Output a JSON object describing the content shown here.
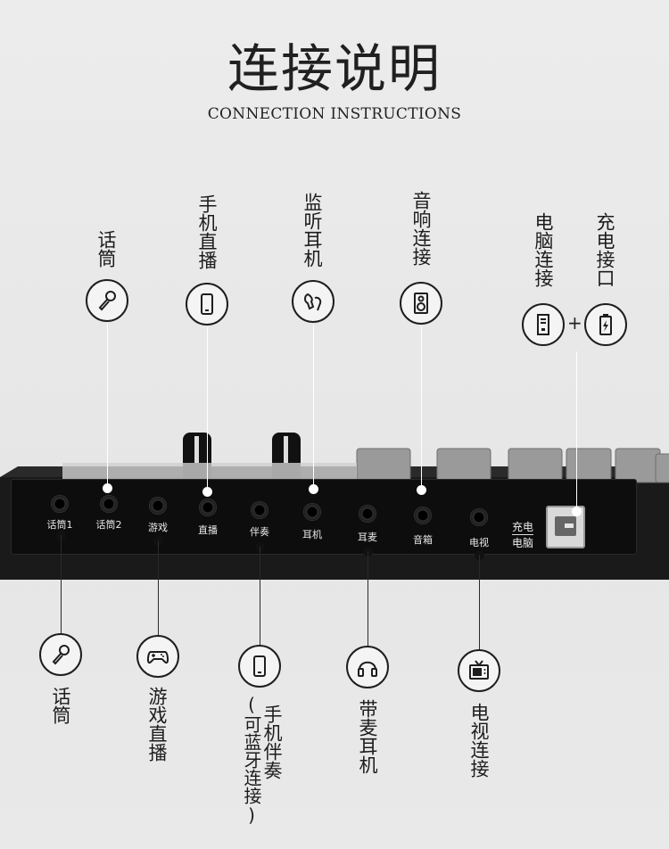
{
  "header": {
    "title": "连接说明",
    "subtitle": "CONNECTION INSTRUCTIONS"
  },
  "top_labels": {
    "mic": "话筒",
    "phone_live": "手机直播",
    "monitor_earphone": "监听耳机",
    "speaker": "音响连接",
    "pc": "电脑连接",
    "charge": "充电接口",
    "plus": "+"
  },
  "jacks": {
    "mic1": "话筒1",
    "mic2": "话筒2",
    "game": "游戏",
    "live": "直播",
    "accompany": "伴奏",
    "earphone": "耳机",
    "headset": "耳麦",
    "speaker": "音箱",
    "tv": "电视",
    "charge": "充电",
    "pc": "电脑"
  },
  "bottom_labels": {
    "mic": "话筒",
    "game_live": "游戏直播",
    "phone_accompany": "手机伴奏",
    "bluetooth_note": "(可蓝牙连接)",
    "headset": "带麦耳机",
    "tv": "电视连接"
  },
  "icons": [
    "microphone-icon",
    "phone-icon",
    "earphone-icon",
    "speaker-icon",
    "pc-tower-icon",
    "battery-charge-icon",
    "gamepad-icon",
    "headphones-icon",
    "tv-icon"
  ]
}
